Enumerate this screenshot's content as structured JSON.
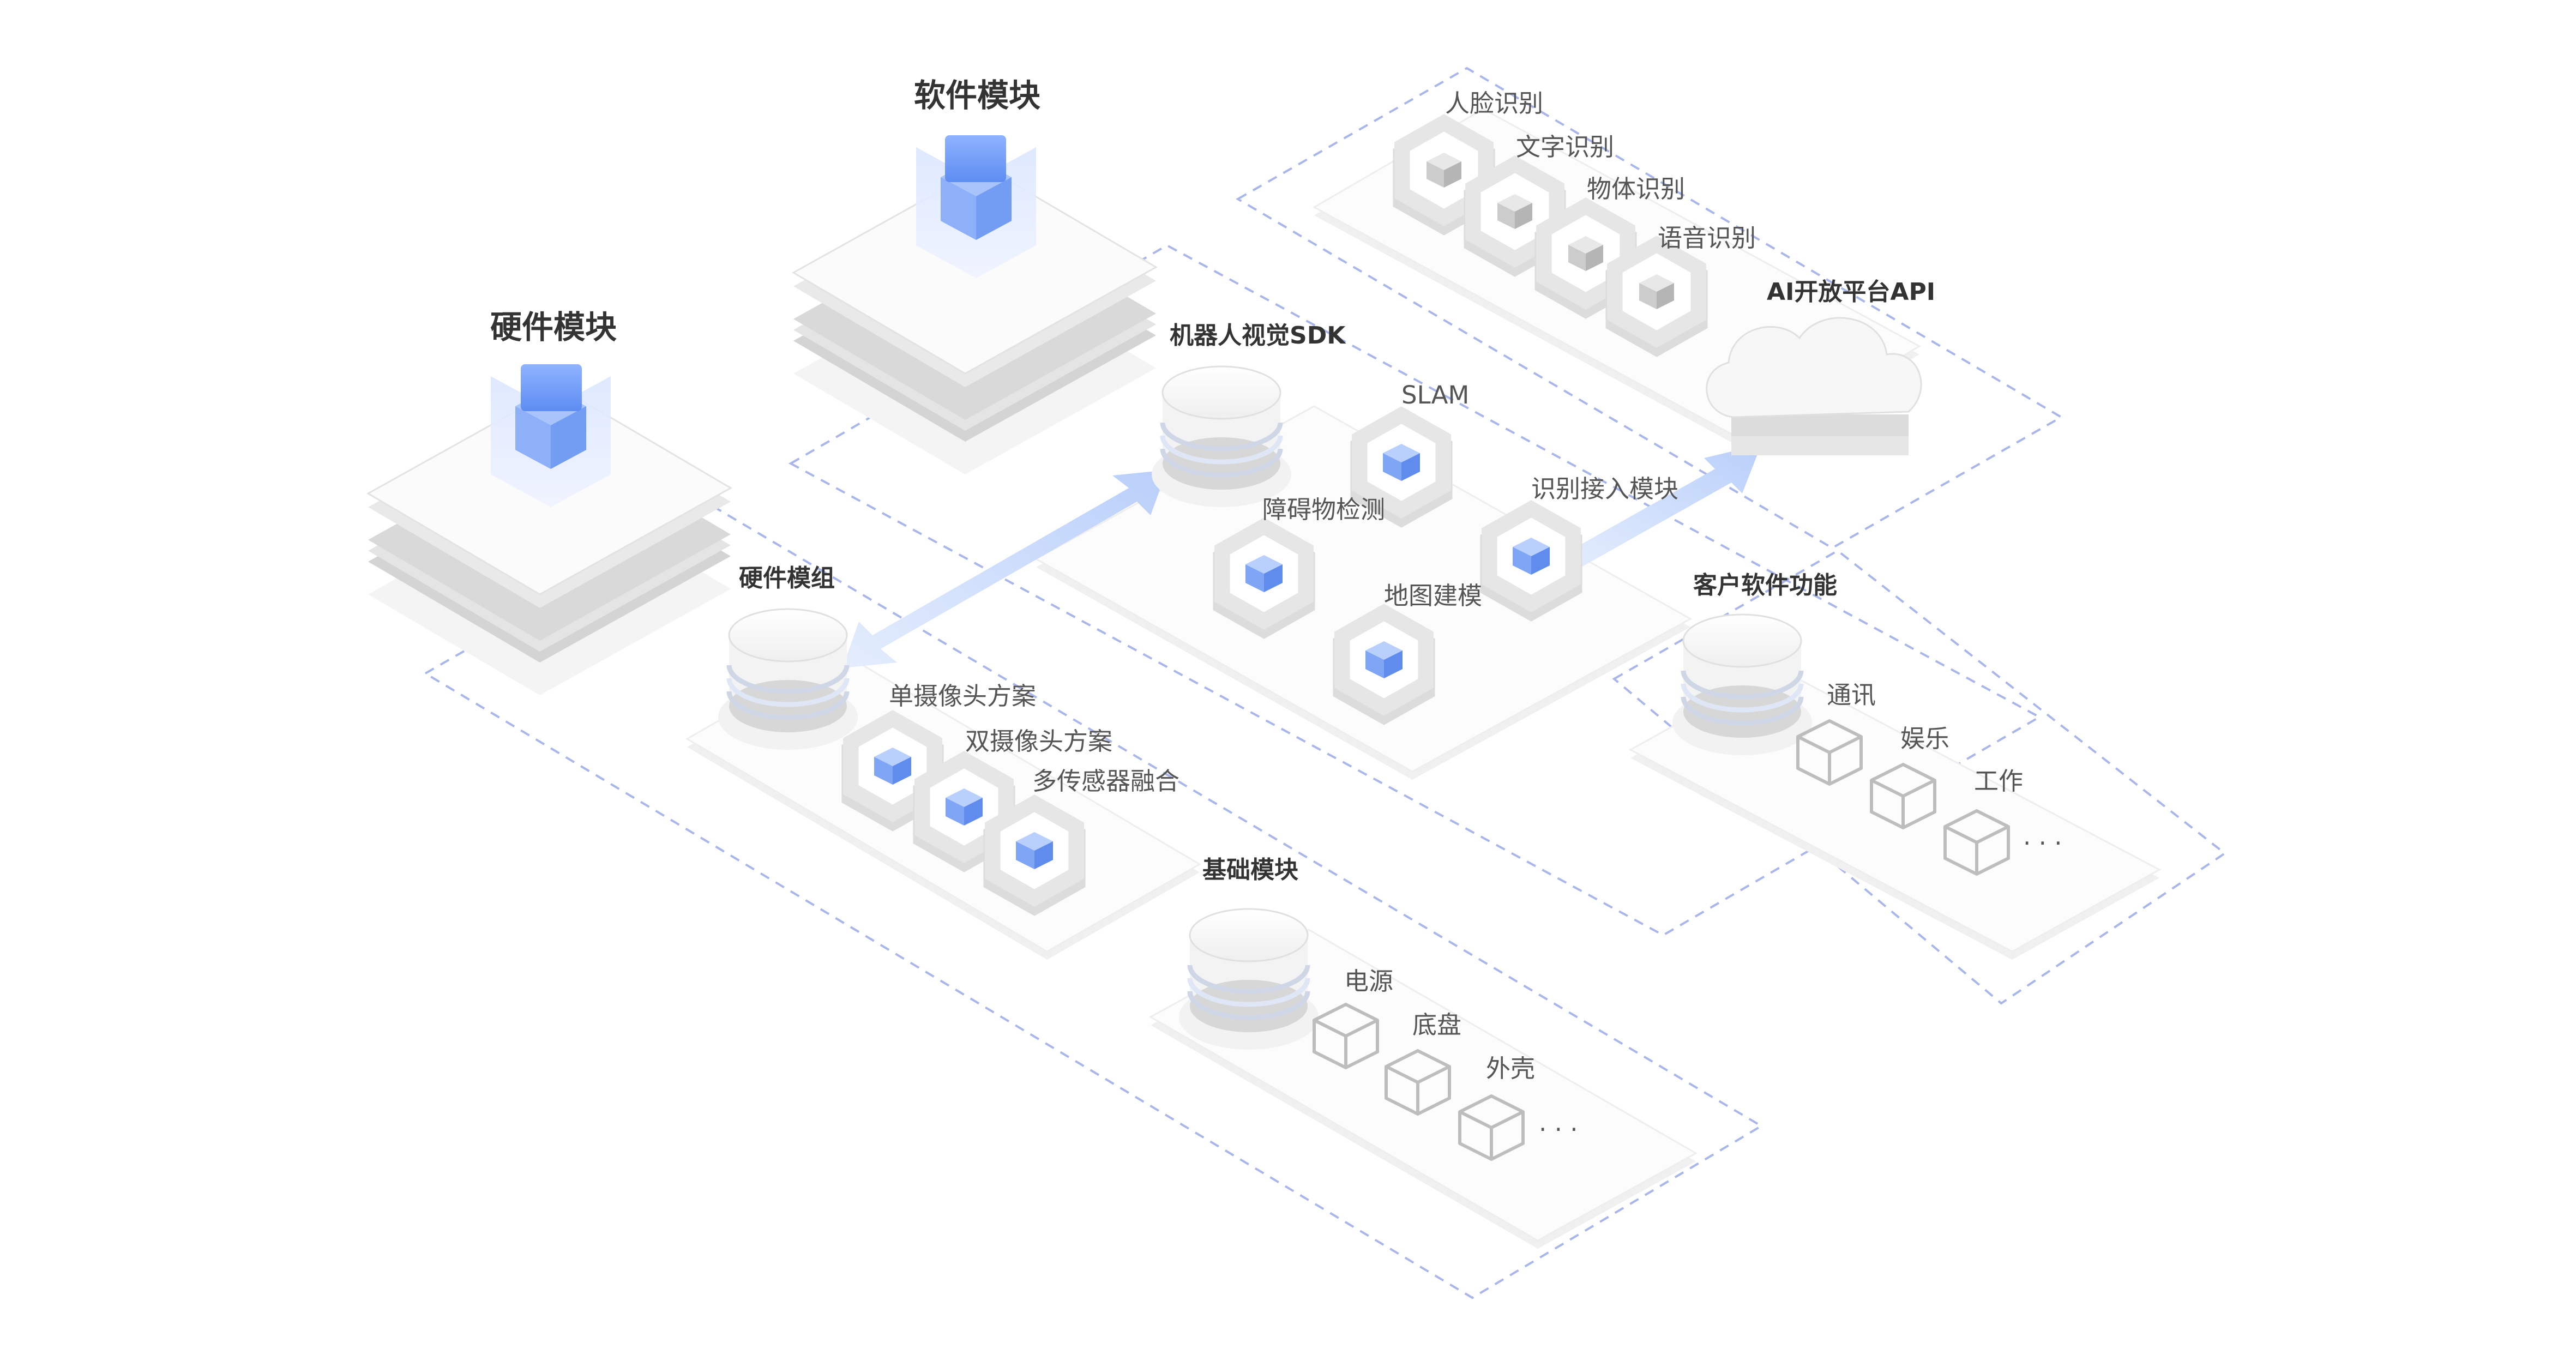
{
  "titles": {
    "hardware_module": "硬件模块",
    "software_module": "软件模块"
  },
  "sections": {
    "robot_vision_sdk": {
      "title": "机器人视觉SDK",
      "items": [
        "SLAM",
        "障碍物检测",
        "识别接入模块",
        "地图建模"
      ]
    },
    "ai_open_platform_api": {
      "title": "AI开放平台API",
      "items": [
        "人脸识别",
        "文字识别",
        "物体识别",
        "语音识别"
      ]
    },
    "hardware_group": {
      "title": "硬件模组",
      "items": [
        "单摄像头方案",
        "双摄像头方案",
        "多传感器融合"
      ]
    },
    "customer_software": {
      "title": "客户软件功能",
      "items": [
        "通讯",
        "娱乐",
        "工作"
      ],
      "more": "· · ·"
    },
    "base_module": {
      "title": "基础模块",
      "items": [
        "电源",
        "底盘",
        "外壳"
      ],
      "more": "· · ·"
    }
  },
  "colors": {
    "accent_blue": "#7fa6f5",
    "arrow_blue": "#c8d9fb",
    "dash_border": "#a9b6ea",
    "plate_gray": "#ececec"
  }
}
